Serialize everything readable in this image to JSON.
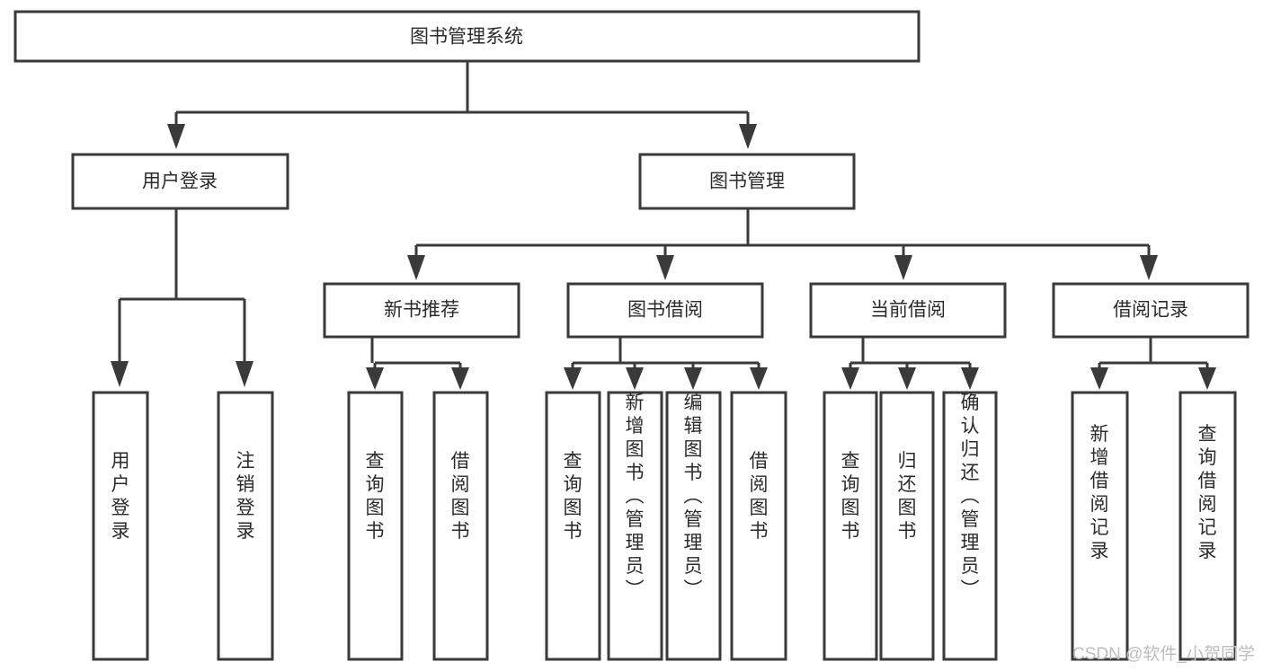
{
  "diagram": {
    "type": "tree",
    "title": "图书管理系统",
    "watermark": "CSDN @软件_小贺同学",
    "colors": {
      "stroke": "#3a3a3a",
      "box_fill": "#ffffff",
      "text": "#2b2b2b",
      "background": "#ffffff",
      "watermark": "#bdbdbd"
    },
    "levels": {
      "root": {
        "label": "图书管理系统"
      },
      "level2": [
        {
          "label": "用户登录"
        },
        {
          "label": "图书管理"
        }
      ],
      "level3": [
        {
          "label": "新书推荐"
        },
        {
          "label": "图书借阅"
        },
        {
          "label": "当前借阅"
        },
        {
          "label": "借阅记录"
        }
      ],
      "leaves_login": [
        {
          "label": "用户登录"
        },
        {
          "label": "注销登录"
        }
      ],
      "leaves_newbook": [
        {
          "label": "查询图书"
        },
        {
          "label": "借阅图书"
        }
      ],
      "leaves_borrow": [
        {
          "label": "查询图书"
        },
        {
          "label": "新增图书（管理员）"
        },
        {
          "label": "编辑图书（管理员）"
        },
        {
          "label": "借阅图书"
        }
      ],
      "leaves_current": [
        {
          "label": "查询图书"
        },
        {
          "label": "归还图书"
        },
        {
          "label": "确认归还（管理员）"
        }
      ],
      "leaves_record": [
        {
          "label": "新增借阅记录"
        },
        {
          "label": "查询借阅记录"
        }
      ]
    }
  }
}
